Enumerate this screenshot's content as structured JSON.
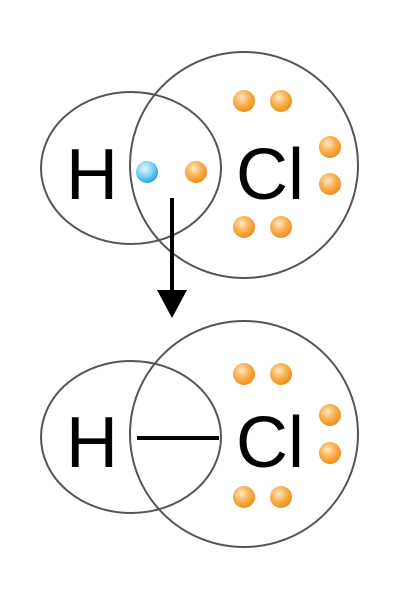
{
  "colors": {
    "background": "#ffffff",
    "shell_stroke": "#555555",
    "arrow": "#000000",
    "bond": "#000000",
    "hydrogen_electron": "#5cc8ec",
    "chlorine_electron": "#f7a940"
  },
  "reactants": {
    "hydrogen_symbol": "H",
    "chlorine_symbol": "Cl"
  },
  "product": {
    "hydrogen_symbol": "H",
    "chlorine_symbol": "Cl"
  }
}
